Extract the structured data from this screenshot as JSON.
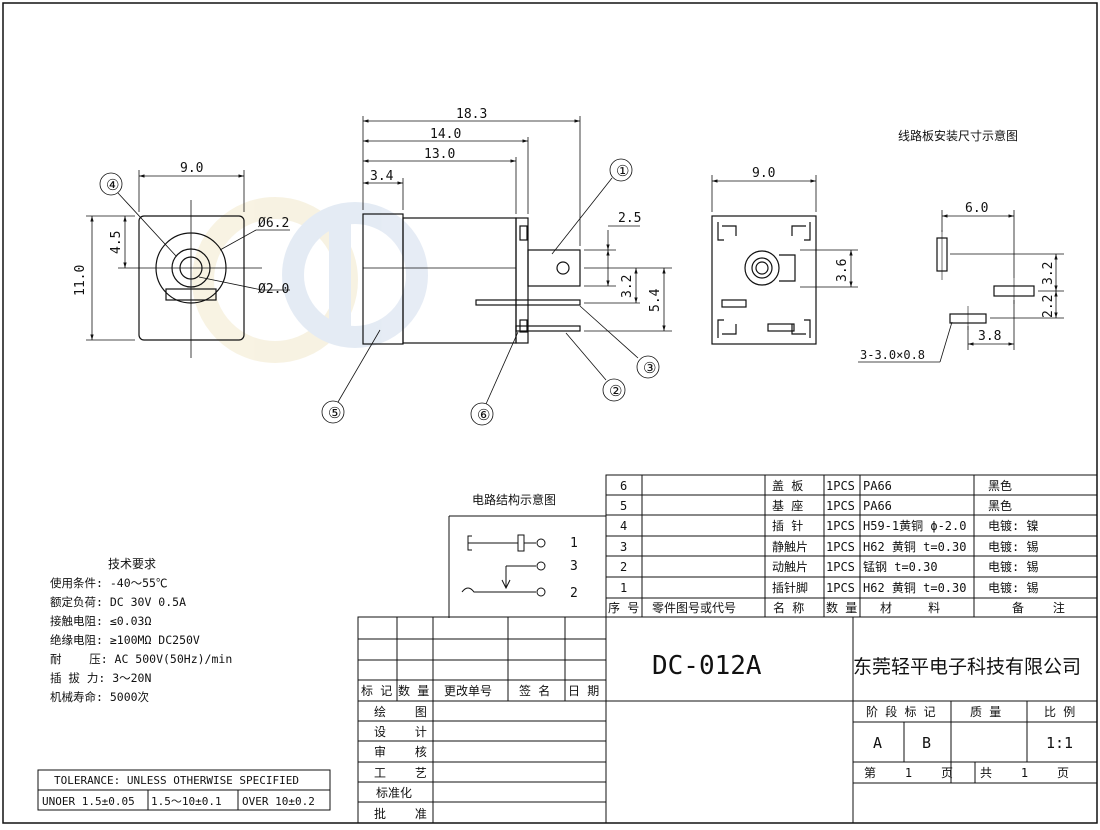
{
  "views": {
    "front": {
      "width": "9.0",
      "height": "11.0",
      "offset": "4.5",
      "outer_dia": "Ø6.2",
      "pin_dia": "Ø2.0"
    },
    "side": {
      "d_total": "18.3",
      "d_14": "14.0",
      "d_13": "13.0",
      "d_34": "3.4",
      "d_25": "2.5",
      "d_32": "3.2",
      "d_54": "5.4"
    },
    "rear": {
      "width": "9.0",
      "height": "3.6"
    },
    "pcb": {
      "title": "线路板安装尺寸示意图",
      "d_60": "6.0",
      "d_32": "3.2",
      "d_22": "2.2",
      "d_38": "3.8",
      "slot": "3-3.0×0.8"
    },
    "callouts": [
      "①",
      "②",
      "③",
      "④",
      "⑤",
      "⑥"
    ]
  },
  "circuit": {
    "title": "电路结构示意图",
    "pins": [
      "1",
      "3",
      "2"
    ]
  },
  "tech": {
    "title": "技术要求",
    "lines": [
      "使用条件: -40～55℃",
      "额定负荷: DC 30V 0.5A",
      "接触电阻: ≤0.03Ω",
      "绝缘电阻: ≥100MΩ DC250V",
      "耐    压: AC 500V(50Hz)/min",
      "插 拔 力: 3～20N",
      "机械寿命: 5000次"
    ]
  },
  "tolerance": {
    "header": "TOLERANCE: UNLESS OTHERWISE SPECIFIED",
    "cells": [
      "UNOER 1.5±0.05",
      "1.5～10±0.1",
      "OVER 10±0.2"
    ]
  },
  "bom": {
    "rows": [
      {
        "no": "6",
        "part": "",
        "name": "盖    板",
        "qty": "1PCS",
        "material": "PA66",
        "note": "黑色"
      },
      {
        "no": "5",
        "part": "",
        "name": "基    座",
        "qty": "1PCS",
        "material": "PA66",
        "note": "黑色"
      },
      {
        "no": "4",
        "part": "",
        "name": "插    针",
        "qty": "1PCS",
        "material": "H59-1黄铜 ϕ-2.0",
        "note": "电镀: 镍"
      },
      {
        "no": "3",
        "part": "",
        "name": "静触片",
        "qty": "1PCS",
        "material": "H62 黄铜  t=0.30",
        "note": "电镀: 锡"
      },
      {
        "no": "2",
        "part": "",
        "name": "动触片",
        "qty": "1PCS",
        "material": "锰钢   t=0.30",
        "note": "电镀: 锡"
      },
      {
        "no": "1",
        "part": "",
        "name": "插针脚",
        "qty": "1PCS",
        "material": "H62 黄铜  t=0.30",
        "note": "电镀: 锡"
      }
    ],
    "header": {
      "no": "序 号",
      "part": "零件图号或代号",
      "name": "名 称",
      "qty": "数 量",
      "material": "材     料",
      "note": "备    注"
    }
  },
  "title_block": {
    "drawing_no": "DC-012A",
    "company": "东莞轻平电子科技有限公司",
    "rev_header": [
      "标 记",
      "数 量",
      "更改单号",
      "签 名",
      "日 期"
    ],
    "sign_rows": [
      "绘    图",
      "设    计",
      "审    核",
      "工    艺",
      "标准化",
      "批    准"
    ],
    "stage_label": "阶 段 标 记",
    "weight_label": "质 量",
    "scale_label": "比 例",
    "stage_a": "A",
    "stage_b": "B",
    "scale": "1:1",
    "sheet": "第    1    页",
    "total": "共    1    页"
  }
}
